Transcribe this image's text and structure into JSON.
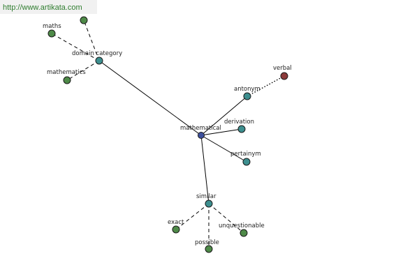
{
  "watermark": "http://www.artikata.com",
  "colors": {
    "center": "#3c4f9c",
    "relation": "#3d8f8f",
    "word": "#4e8a48",
    "antonym_word": "#8c3a3a"
  },
  "nodes": [
    {
      "id": "mathematical",
      "label": "mathematical",
      "kind": "center"
    },
    {
      "id": "domain-category",
      "label": "domain category",
      "kind": "relation"
    },
    {
      "id": "antonym",
      "label": "antonym",
      "kind": "relation"
    },
    {
      "id": "derivation",
      "label": "derivation",
      "kind": "relation"
    },
    {
      "id": "pertainym",
      "label": "pertainym",
      "kind": "relation"
    },
    {
      "id": "similar",
      "label": "similar",
      "kind": "relation"
    },
    {
      "id": "maths",
      "label": "maths",
      "kind": "word"
    },
    {
      "id": "unlabeled",
      "label": "",
      "kind": "word"
    },
    {
      "id": "mathematics",
      "label": "mathematics",
      "kind": "word"
    },
    {
      "id": "verbal",
      "label": "verbal",
      "kind": "antonym_word"
    },
    {
      "id": "exact",
      "label": "exact",
      "kind": "word"
    },
    {
      "id": "possible",
      "label": "possible",
      "kind": "word"
    },
    {
      "id": "unquestionable",
      "label": "unquestionable",
      "kind": "word"
    }
  ],
  "edges": [
    {
      "from": "mathematical",
      "to": "domain-category",
      "style": "solid"
    },
    {
      "from": "mathematical",
      "to": "antonym",
      "style": "solid"
    },
    {
      "from": "mathematical",
      "to": "derivation",
      "style": "solid"
    },
    {
      "from": "mathematical",
      "to": "pertainym",
      "style": "solid"
    },
    {
      "from": "mathematical",
      "to": "similar",
      "style": "solid"
    },
    {
      "from": "domain-category",
      "to": "maths",
      "style": "dashed"
    },
    {
      "from": "domain-category",
      "to": "unlabeled",
      "style": "dashed"
    },
    {
      "from": "domain-category",
      "to": "mathematics",
      "style": "dashed"
    },
    {
      "from": "antonym",
      "to": "verbal",
      "style": "dotted"
    },
    {
      "from": "similar",
      "to": "exact",
      "style": "dashed"
    },
    {
      "from": "similar",
      "to": "possible",
      "style": "dashed"
    },
    {
      "from": "similar",
      "to": "unquestionable",
      "style": "dashed"
    }
  ]
}
